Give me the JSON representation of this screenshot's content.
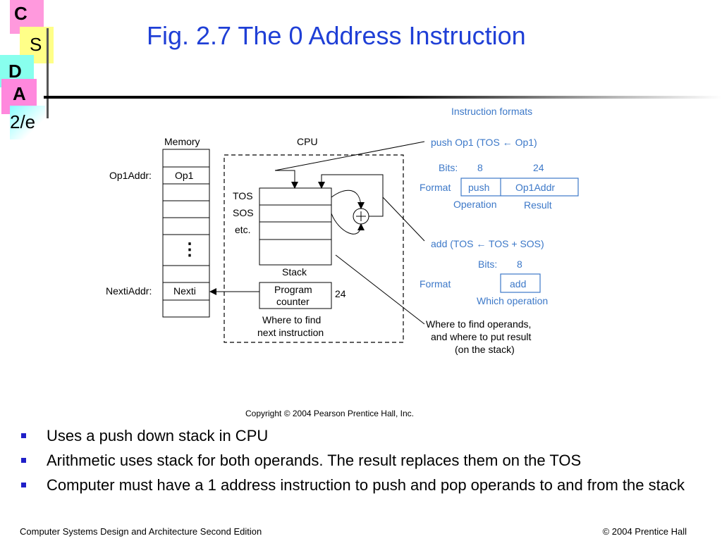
{
  "logo": {
    "c": "C",
    "s": "S",
    "d": "D",
    "a": "A",
    "edition": "2/e"
  },
  "title": "Fig. 2.7  The 0 Address Instruction",
  "diagram": {
    "memory_label": "Memory",
    "cpu_label": "CPU",
    "op1addr_label": "Op1Addr:",
    "op1_cell": "Op1",
    "dots": "⋮",
    "nextiaddr_label": "NextiAddr:",
    "nexti_cell": "Nexti",
    "tos": "TOS",
    "sos": "SOS",
    "etc": "etc.",
    "stack_label": "Stack",
    "pc_line1": "Program",
    "pc_line2": "counter",
    "pc_bits": "24",
    "where_find_line1": "Where to find",
    "where_find_line2": "next instruction",
    "instr_formats": "Instruction formats",
    "push_desc": "push  Op1  (TOS ← Op1)",
    "bits_label1": "Bits:",
    "bits_8_a": "8",
    "bits_24": "24",
    "format_label1": "Format",
    "format_push": "push",
    "format_op1addr": "Op1Addr",
    "operation_label": "Operation",
    "result_label": "Result",
    "add_desc": "add   (TOS ← TOS + SOS)",
    "bits_label2": "Bits:",
    "bits_8_b": "8",
    "format_label2": "Format",
    "format_add": "add",
    "which_operation": "Which operation",
    "where_operands_line1": "Where to find operands,",
    "where_operands_line2": "and where to put result",
    "where_operands_line3": "(on the stack)",
    "copyright": "Copyright © 2004 Pearson Prentice Hall, Inc."
  },
  "bullets": [
    "Uses a push down stack in CPU",
    "Arithmetic uses stack for both operands. The result replaces them on the TOS",
    "Computer must have a 1 address instruction to push and pop operands to and from the stack"
  ],
  "footer": {
    "left": "Computer Systems Design and Architecture Second Edition",
    "right": "© 2004 Prentice Hall"
  },
  "colors": {
    "title": "#1f3fd6",
    "diagram_blue": "#3c78c8",
    "bullet": "#1f1fc8",
    "logo_pink": "#ff66cc",
    "logo_yellow": "#ffff66",
    "logo_cyan": "#66ffff"
  }
}
